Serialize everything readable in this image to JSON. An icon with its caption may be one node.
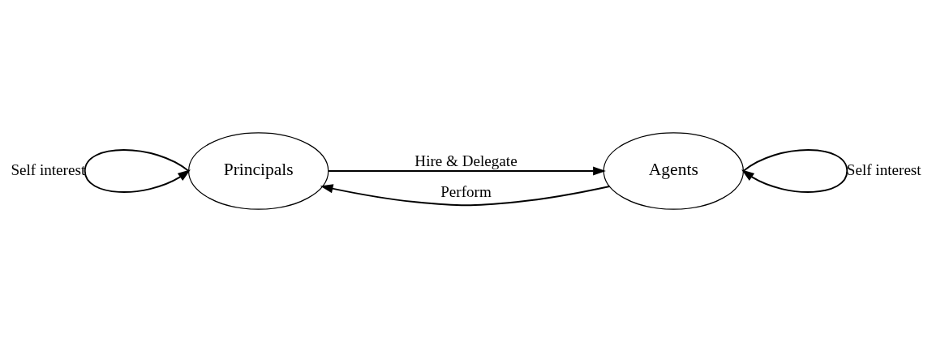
{
  "diagram": {
    "nodes": [
      {
        "text": [
          "Principals"
        ]
      },
      {
        "text": [
          "Agents"
        ]
      }
    ],
    "edges": [
      {
        "from": 0,
        "to": 1,
        "arrow": "to",
        "label": "Hire & Delegate"
      },
      {
        "from": 1,
        "to": 0,
        "arrow": "to",
        "label": "Perform"
      },
      {
        "from": 0,
        "to": 0,
        "arrow": "to",
        "label": "Self interest"
      },
      {
        "from": 1,
        "to": 1,
        "arrow": "to",
        "label": "Self interest"
      }
    ]
  }
}
